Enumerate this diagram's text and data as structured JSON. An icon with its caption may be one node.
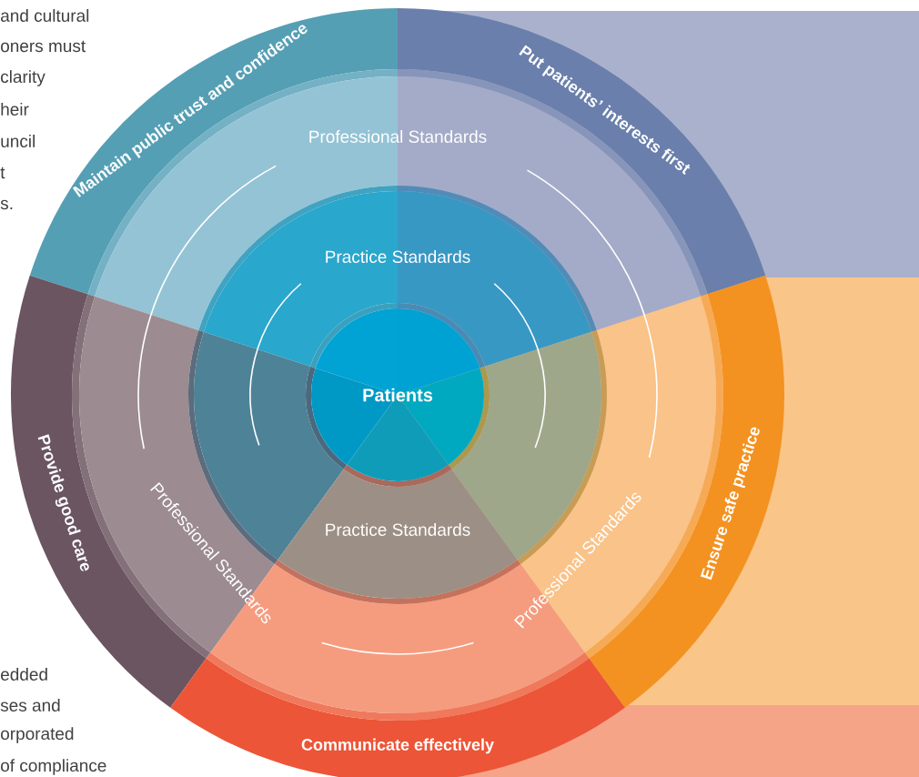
{
  "diagram": {
    "nodes": [
      {
        "text": [
          "Maintain public trust and confidence"
        ]
      },
      {
        "text": [
          "Put patients’ interests first"
        ]
      },
      {
        "text": [
          "Provide good care"
        ]
      },
      {
        "text": [
          "Patients"
        ]
      },
      {
        "text": [
          "Ensure safe practice"
        ]
      },
      {
        "text": [
          "Communicate effectively"
        ]
      }
    ],
    "labels": [
      "and cultural",
      "oners must",
      "clarity",
      "heir",
      "uncil",
      "t",
      "s.",
      "Professional Standards",
      "Practice Standards",
      "Professional Standards",
      "Practice Standards",
      "Professional Standards",
      "edded",
      "ses and",
      "orporated",
      "of compliance"
    ]
  }
}
